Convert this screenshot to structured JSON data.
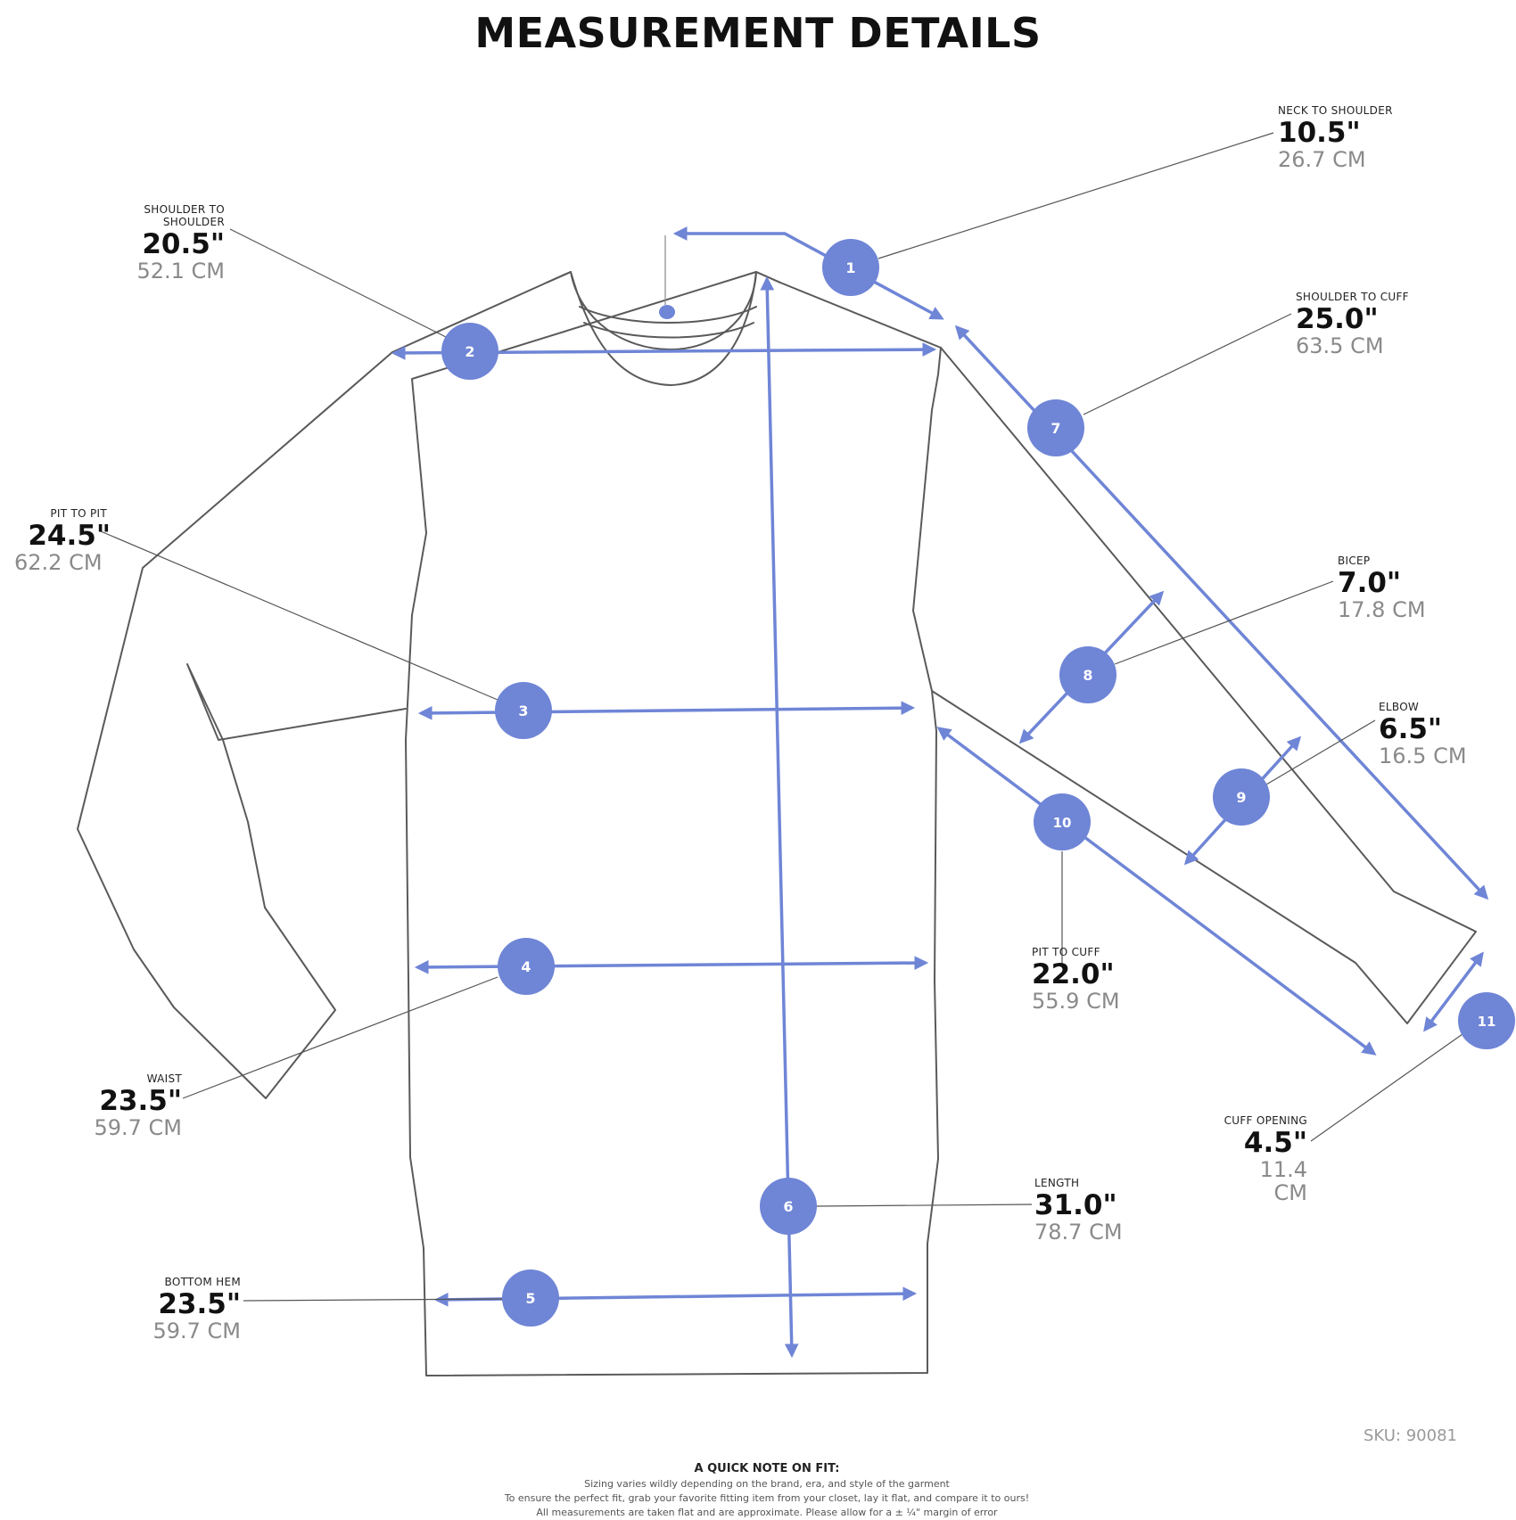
{
  "title": "MEASUREMENT DETAILS",
  "accent_color": "#6f85d6",
  "measurements": [
    {
      "key": "neck-to-shoulder",
      "number": "1",
      "label": "NECK TO SHOULDER",
      "inches": "10.5\"",
      "cm": "26.7 CM"
    },
    {
      "key": "shoulder-to-shoulder",
      "number": "2",
      "label": "SHOULDER TO SHOULDER",
      "inches": "20.5\"",
      "cm": "52.1 CM"
    },
    {
      "key": "pit-to-pit",
      "number": "3",
      "label": "PIT TO PIT",
      "inches": "24.5\"",
      "cm": "62.2 CM"
    },
    {
      "key": "waist",
      "number": "4",
      "label": "WAIST",
      "inches": "23.5\"",
      "cm": "59.7 CM"
    },
    {
      "key": "bottom-hem",
      "number": "5",
      "label": "BOTTOM HEM",
      "inches": "23.5\"",
      "cm": "59.7 CM"
    },
    {
      "key": "length",
      "number": "6",
      "label": "LENGTH",
      "inches": "31.0\"",
      "cm": "78.7 CM"
    },
    {
      "key": "shoulder-to-cuff",
      "number": "7",
      "label": "SHOULDER TO CUFF",
      "inches": "25.0\"",
      "cm": "63.5 CM"
    },
    {
      "key": "bicep",
      "number": "8",
      "label": "BICEP",
      "inches": "7.0\"",
      "cm": "17.8 CM"
    },
    {
      "key": "elbow",
      "number": "9",
      "label": "ELBOW",
      "inches": "6.5\"",
      "cm": "16.5 CM"
    },
    {
      "key": "pit-to-cuff",
      "number": "10",
      "label": "PIT TO CUFF",
      "inches": "22.0\"",
      "cm": "55.9 CM"
    },
    {
      "key": "cuff-opening",
      "number": "11",
      "label": "CUFF OPENING",
      "inches": "4.5\"",
      "cm": "11.4 CM"
    }
  ],
  "sku": "SKU: 90081",
  "note": {
    "title": "A QUICK NOTE ON FIT:",
    "lines": [
      "Sizing varies wildly depending on the brand, era, and style of the garment",
      "To ensure the perfect fit, grab your favorite fitting item from your closet, lay it flat, and compare it to ours!",
      "All measurements are taken flat and are approximate. Please allow for a ± ¼\" margin of error"
    ]
  }
}
